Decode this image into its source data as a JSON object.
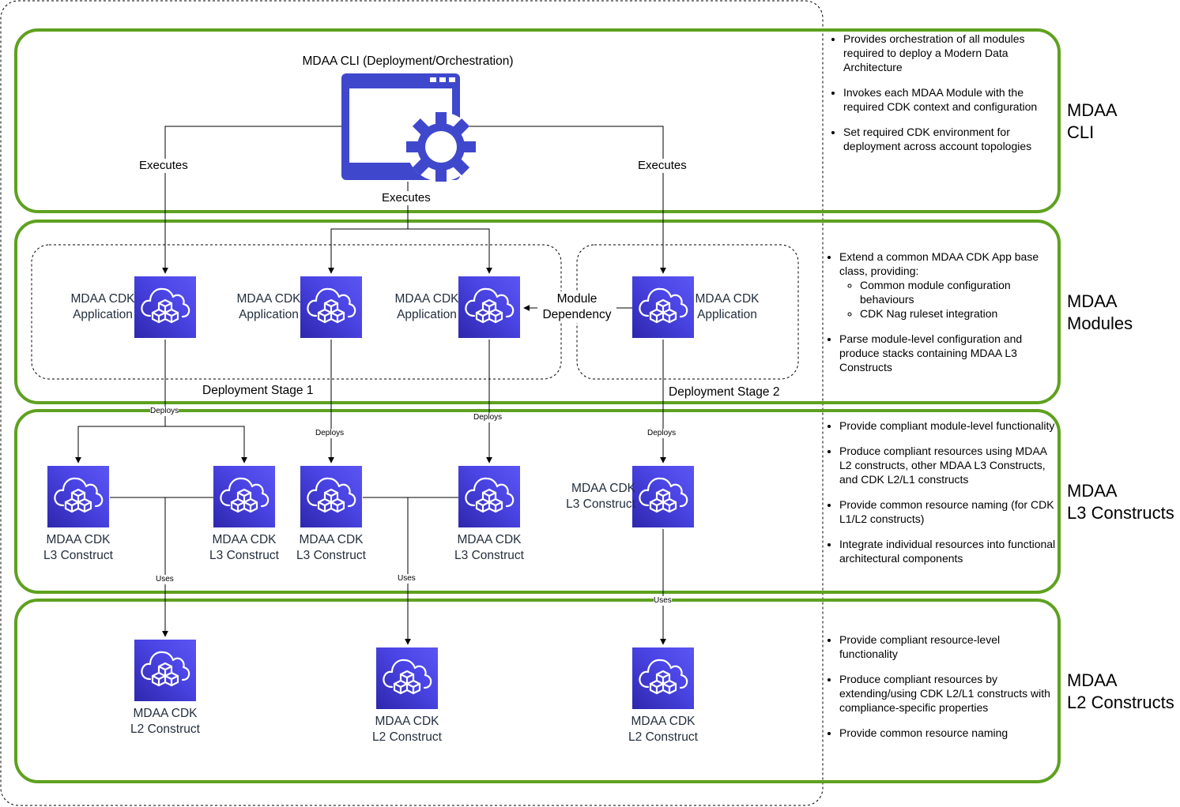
{
  "cli": {
    "title": "MDAA CLI (Deployment/Orchestration)",
    "executes_left": "Executes",
    "executes_center": "Executes",
    "executes_right": "Executes"
  },
  "modules": {
    "app1": [
      "MDAA CDK",
      "Application"
    ],
    "app2": [
      "MDAA CDK",
      "Application"
    ],
    "app3": [
      "MDAA CDK",
      "Application"
    ],
    "app4": [
      "MDAA CDK",
      "Application"
    ],
    "dependency": [
      "Module",
      "Dependency"
    ],
    "stage1": "Deployment Stage 1",
    "stage2": "Deployment Stage 2"
  },
  "edges": {
    "deploys": "Deploys",
    "uses": "Uses"
  },
  "l3": {
    "c1": [
      "MDAA CDK",
      "L3 Construct"
    ],
    "c2": [
      "MDAA CDK",
      "L3 Construct"
    ],
    "c3": [
      "MDAA CDK",
      "L3 Construct"
    ],
    "c4": [
      "MDAA CDK",
      "L3 Construct"
    ],
    "c5": [
      "MDAA CDK",
      "L3 Construct"
    ]
  },
  "l2": {
    "c1": [
      "MDAA CDK",
      "L2 Construct"
    ],
    "c2": [
      "MDAA CDK",
      "L2 Construct"
    ],
    "c3": [
      "MDAA CDK",
      "L2 Construct"
    ]
  },
  "layers": {
    "cli": [
      "MDAA",
      "CLI"
    ],
    "modules": [
      "MDAA",
      "Modules"
    ],
    "l3": [
      "MDAA",
      "L3 Constructs"
    ],
    "l2": [
      "MDAA",
      "L2 Constructs"
    ]
  },
  "notes": {
    "cli": [
      "Provides orchestration of all modules required to deploy a Modern Data Architecture",
      "Invokes each MDAA Module with the required CDK context and configuration",
      "Set required CDK environment for deployment across account topologies"
    ],
    "modules": {
      "first": "Extend a common MDAA CDK App base class, providing:",
      "sub": [
        "Common module configuration behaviours",
        "CDK Nag ruleset integration"
      ],
      "second": "Parse module-level configuration and produce stacks containing MDAA L3 Constructs"
    },
    "l3": [
      "Provide compliant module-level functionality",
      "Produce compliant resources using MDAA L2 constructs, other MDAA L3 Constructs, and CDK L2/L1 constructs",
      "Provide common resource naming (for CDK L1/L2 constructs)",
      "Integrate individual resources into functional architectural components"
    ],
    "l2": [
      "Provide compliant resource-level functionality",
      "Produce compliant resources by extending/using CDK L2/L1 constructs with compliance-specific properties",
      "Provide common resource naming"
    ]
  },
  "colors": {
    "layer_border": "#5ea11f",
    "icon_dark": "#2e27ad",
    "icon_light": "#5b55f2",
    "cli_icon": "#3f48cc"
  }
}
